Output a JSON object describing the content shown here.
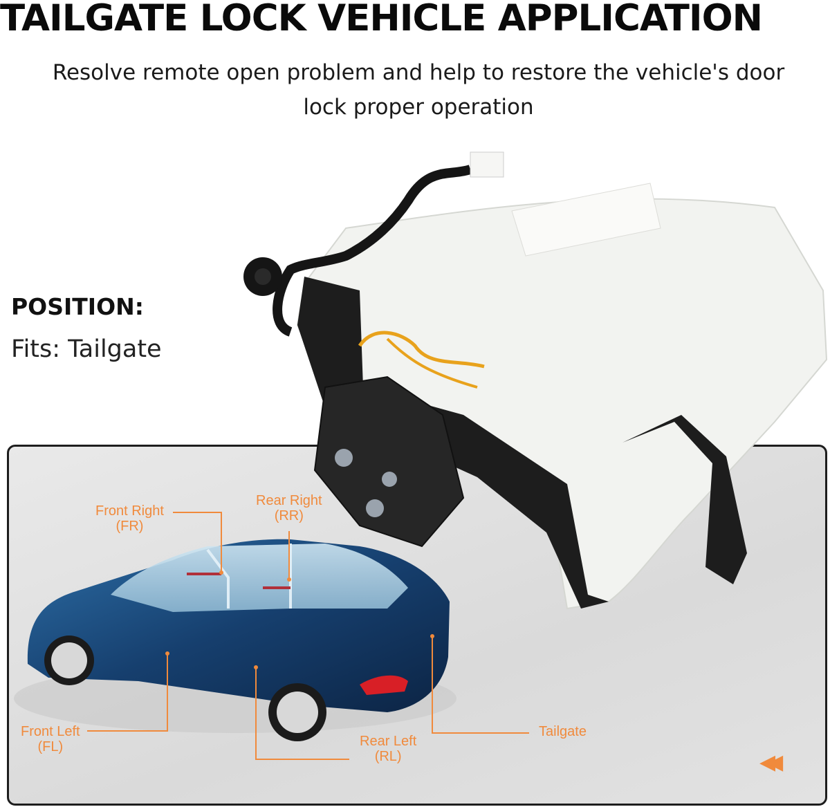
{
  "title": "TAILGATE LOCK VEHICLE APPLICATION",
  "subtitle": "Resolve remote open problem and help to restore the vehicle's door lock proper operation",
  "position": {
    "label": "POSITION:",
    "value": "Fits: Tailgate"
  },
  "diagram": {
    "labels": [
      {
        "name": "Front Right",
        "code": "(FR)"
      },
      {
        "name": "Rear Right",
        "code": "(RR)"
      },
      {
        "name": "Front Left",
        "code": "(FL)"
      },
      {
        "name": "Rear Left",
        "code": "(RL)"
      },
      {
        "name": "Tailgate"
      }
    ],
    "accent_color": "#f08a3c",
    "rewind_icon": "double-left-arrow-icon"
  }
}
